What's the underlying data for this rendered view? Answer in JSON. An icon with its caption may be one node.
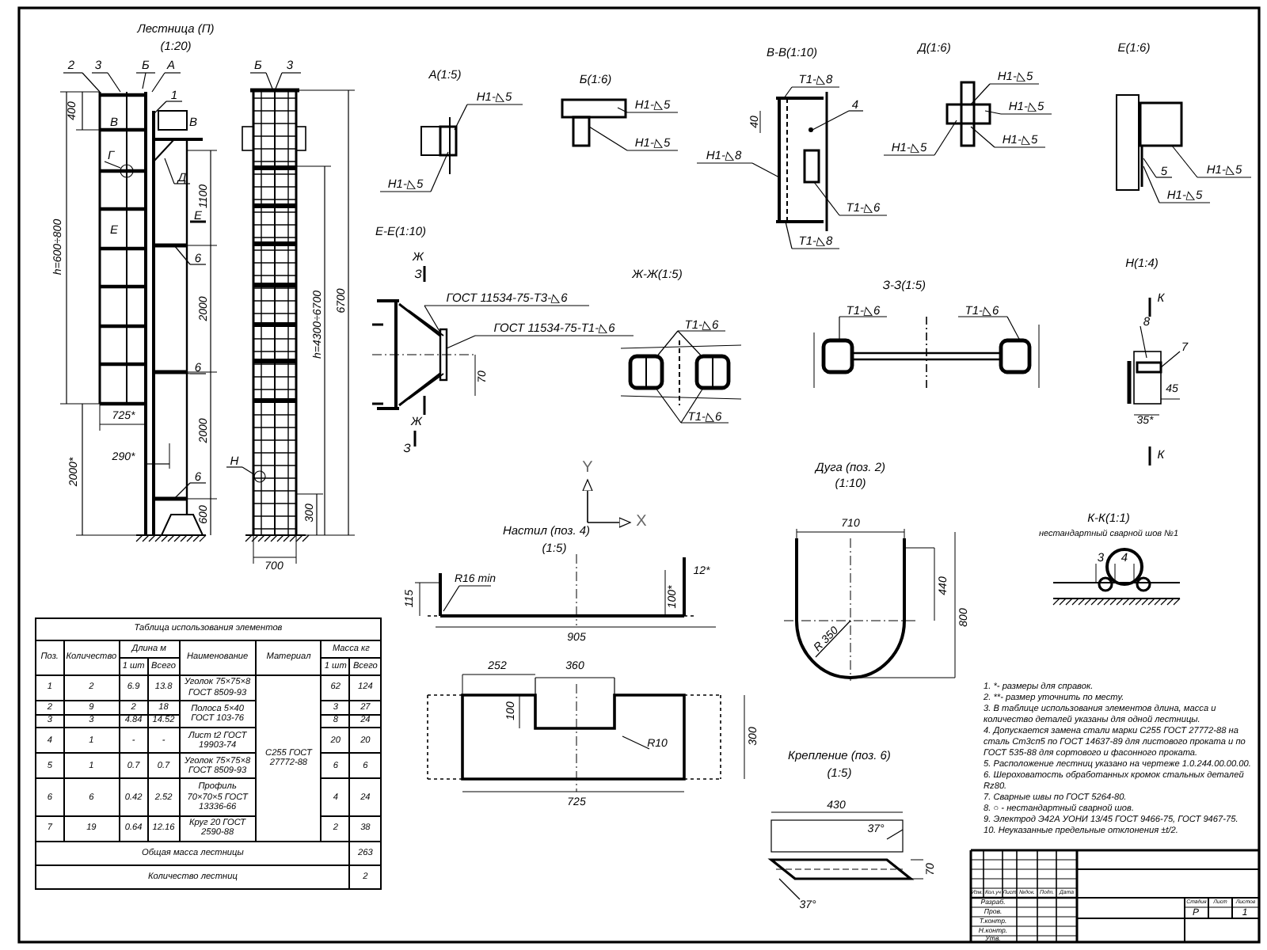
{
  "diagram": {
    "labels": [
      "Лестница (П)",
      "(1:20)",
      "2",
      "3",
      "Б",
      "А",
      "1",
      "В",
      "В",
      "Г",
      "Д",
      "Е",
      "Е",
      "6",
      "6",
      "6",
      "400",
      "h=600÷800",
      "1100",
      "2000",
      "2000",
      "600",
      "725*",
      "290*",
      "2000*",
      "Б",
      "3",
      "Н",
      "h=4300÷6700",
      "6700",
      "300",
      "700",
      "А(1:5)",
      "Н1-◺5",
      "Н1-◺5",
      "Б(1:6)",
      "Н1-◺5",
      "Н1-◺5",
      "В-В(1:10)",
      "Т1-◺8",
      "4",
      "40",
      "Н1-◺8",
      "Т1-◺6",
      "Т1-◺8",
      "Д(1:6)",
      "Н1-◺5",
      "Н1-◺5",
      "Н1-◺5",
      "Н1-◺5",
      "Е(1:6)",
      "5",
      "Н1-◺5",
      "Н1-◺5",
      "Е-Е(1:10)",
      "Ж",
      "З",
      "ГОСТ 11534-75-Т3-◺6",
      "ГОСТ 11534-75-Т1-◺6",
      "70",
      "Ж",
      "З",
      "Ж-Ж(1:5)",
      "Т1-◺6",
      "Т1-◺6",
      "З-З(1:5)",
      "Т1-◺6",
      "Т1-◺6",
      "Н(1:4)",
      "К",
      "8",
      "7",
      "45",
      "35*",
      "К",
      "Y",
      "X",
      "Настил (поз. 4)",
      "(1:5)",
      "115",
      "R16 min",
      "12*",
      "100*",
      "905",
      "252",
      "360",
      "100",
      "R10",
      "300",
      "725",
      "Дуга (поз. 2)",
      "(1:10)",
      "710",
      "440",
      "800",
      "R 350",
      "Крепление (поз. 6)",
      "(1:5)",
      "430",
      "37°",
      "37°",
      "70",
      "К-К(1:1)",
      "нестандартный сварной шов №1",
      "3",
      "4",
      "1. *- размеры для справок.",
      "2. **- размер уточнить по месту.",
      "3. В таблице использования элементов длина, масса и количество деталей указаны для одной лестницы.",
      "4. Допускается замена стали марки С255 ГОСТ 27772-88 на сталь Ст3сп5 по ГОСТ 14637-89 для листового проката и по ГОСТ 535-88 для сортового и фасонного проката.",
      "5. Расположение лестниц указано на чертеже 1.0.244.00.00.00.",
      "6. Шероховатость обработанных кромок стальных деталей Rz80.",
      "7. Сварные швы по ГОСТ 5264-80.",
      "8. ○ - нестандартный сварной шов.",
      "9. Электрод Э42А УОНИ 13/45 ГОСТ 9466-75, ГОСТ 9467-75.",
      "10. Неуказанные предельные отклонения ±t/2.",
      "Таблица использования элементов",
      "Поз.",
      "Количество",
      "Длина м",
      "1 шт",
      "Всего",
      "Наименование",
      "Материал",
      "Масса кг",
      "1 шт",
      "Всего",
      "1",
      "2",
      "6.9",
      "13.8",
      "Уголок 75×75×8 ГОСТ 8509-93",
      "С255 ГОСТ 27772-88",
      "62",
      "124",
      "2",
      "9",
      "2",
      "18",
      "Полоса 5×40 ГОСТ 103-76",
      "3",
      "27",
      "3",
      "3",
      "4.84",
      "14.52",
      "8",
      "24",
      "4",
      "1",
      "-",
      "-",
      "Лист t2 ГОСТ 19903-74",
      "20",
      "20",
      "5",
      "1",
      "0.7",
      "0.7",
      "Уголок 75×75×8 ГОСТ 8509-93",
      "6",
      "6",
      "6",
      "6",
      "0.42",
      "2.52",
      "Профиль 70×70×5 ГОСТ 13336-66",
      "4",
      "24",
      "7",
      "19",
      "0.64",
      "12.16",
      "Круг 20 ГОСТ 2590-88",
      "2",
      "38",
      "Общая масса лестницы",
      "263",
      "Количество лестниц",
      "2",
      "Изм.",
      "Кол.уч",
      "Лист",
      "№док.",
      "Подп.",
      "Дата",
      "Разраб.",
      "Пров.",
      "Т.контр.",
      "Н.контр.",
      "Утв.",
      "Стадия",
      "Лист",
      "Листов",
      "Р",
      "1"
    ]
  }
}
